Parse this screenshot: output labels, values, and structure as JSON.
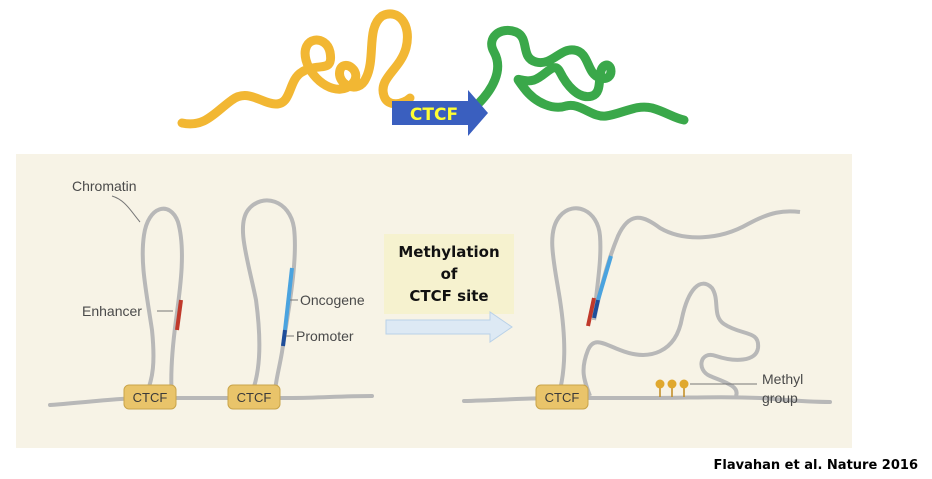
{
  "top_figure": {
    "arrow_label": "CTCF",
    "colors": {
      "left_strand": "#f2b733",
      "right_strand": "#3aa84a",
      "arrow": "#3a5fbf",
      "arrow_text": "#ffff33"
    }
  },
  "panel": {
    "background": "#f7f3e6",
    "labels": {
      "chromatin": "Chromatin",
      "enhancer": "Enhancer",
      "oncogene": "Oncogene",
      "promoter": "Promoter",
      "methyl_line1": "Methyl",
      "methyl_line2": "group"
    },
    "ctcf_boxes": [
      "CTCF",
      "CTCF",
      "CTCF"
    ],
    "transition": {
      "line1": "Methylation",
      "line2": "of",
      "line3": "CTCF site"
    },
    "colors": {
      "fiber": "#bdbdbd",
      "enhancer": "#c0392b",
      "oncogene": "#4aa3df",
      "promoter": "#1f4e9a",
      "ctcf_box": "#e9c46a",
      "methyl": "#e0a82e"
    }
  },
  "citation": "Flavahan et al. Nature 2016"
}
